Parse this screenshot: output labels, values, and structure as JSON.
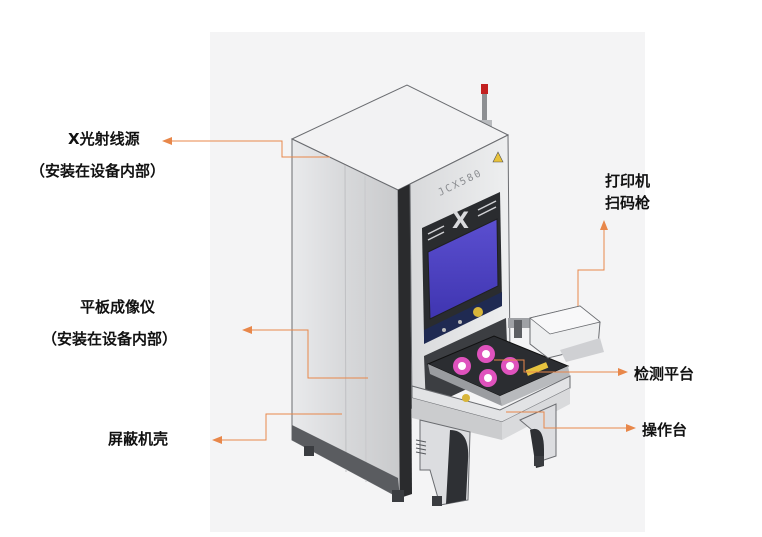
{
  "labels": {
    "xray_source": "X光射线源",
    "xray_source_note": "（安装在设备内部）",
    "flat_panel": "平板成像仪",
    "flat_panel_note": "（安装在设备内部）",
    "shield_shell": "屏蔽机壳",
    "printer": "打印机",
    "scanner": "扫码枪",
    "inspection_platform": "检测平台",
    "operation_desk": "操作台"
  },
  "machine": {
    "model_text": "JCX580",
    "logo_text": "X"
  },
  "colors": {
    "leader_line": "#e8874a",
    "text": "#111111"
  }
}
